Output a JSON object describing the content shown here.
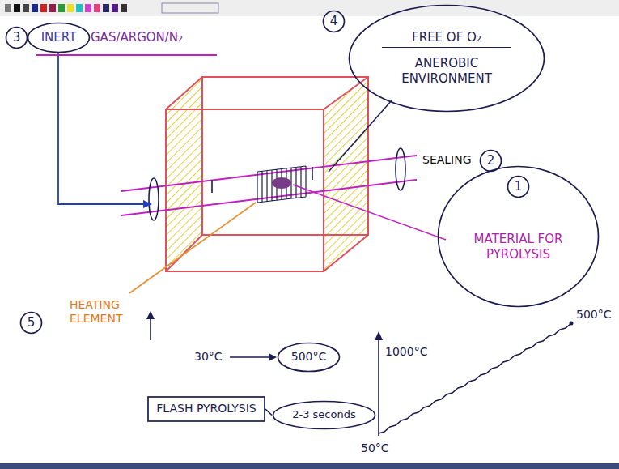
{
  "diagram": {
    "nodes": [
      {
        "text": [
          "3"
        ]
      },
      {
        "text": [
          "INERT"
        ]
      },
      {
        "text": [
          "4"
        ]
      },
      {
        "text": [
          "FREE OF O₂",
          "ANEROBIC ENVIRONMENT"
        ]
      },
      {
        "text": [
          "2"
        ]
      },
      {
        "text": [
          "MATERIAL FOR PYROLYSIS"
        ]
      },
      {
        "text": [
          "1"
        ],
        "in": 5
      },
      {
        "text": [
          "5"
        ]
      },
      {
        "text": [
          "500°C"
        ]
      },
      {
        "text": [
          "FLASH PYROLYSIS"
        ]
      },
      {
        "text": [
          "2-3 seconds"
        ]
      }
    ],
    "edges": [
      {
        "from": 9,
        "to": 10,
        "arrow": "none"
      }
    ],
    "labels": [
      "GAS/ARGON/N₂",
      "SEALING",
      "HEATING ELEMENT",
      "30°C",
      "1000°C",
      "50°C",
      "500°C"
    ]
  }
}
